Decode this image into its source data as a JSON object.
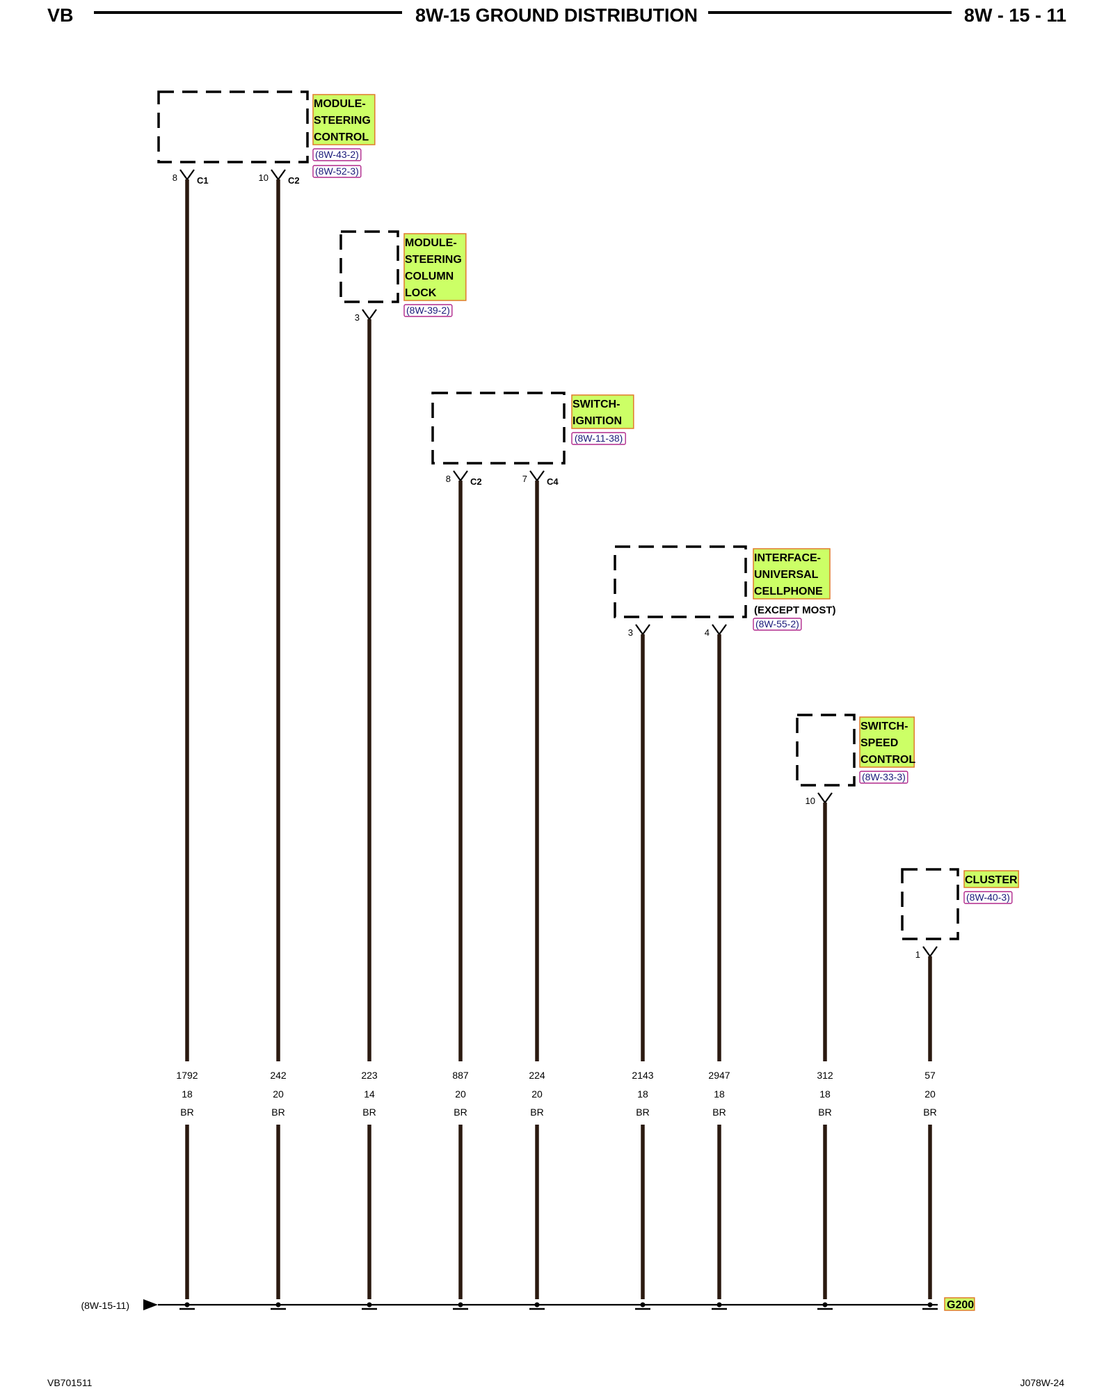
{
  "header": {
    "left": "VB",
    "title": "8W-15 GROUND DISTRIBUTION",
    "right": "8W - 15 - 11"
  },
  "footer": {
    "left": "VB701511",
    "right": "J078W-24"
  },
  "ground_bus": {
    "label": "G200",
    "reference": "(8W-15-11)"
  },
  "colors": {
    "wire": "#2b1a10",
    "label_fill": "#ccff66",
    "label_border": "#e07a2a",
    "ref_border": "#b0288c"
  },
  "components": [
    {
      "lines": [
        "MODULE-",
        "STEERING",
        "CONTROL"
      ],
      "refs": [
        "8W-43-2",
        "8W-52-3"
      ]
    },
    {
      "lines": [
        "MODULE-",
        "STEERING",
        "COLUMN",
        "LOCK"
      ],
      "refs": [
        "8W-39-2"
      ]
    },
    {
      "lines": [
        "SWITCH-",
        "IGNITION"
      ],
      "refs": [
        "8W-11-38"
      ]
    },
    {
      "lines": [
        "INTERFACE-",
        "UNIVERSAL",
        "CELLPHONE"
      ],
      "note": "(EXCEPT MOST)",
      "refs": [
        "8W-55-2"
      ]
    },
    {
      "lines": [
        "SWITCH-",
        "SPEED",
        "CONTROL"
      ],
      "refs": [
        "8W-33-3"
      ]
    },
    {
      "lines": [
        "CLUSTER"
      ],
      "refs": [
        "8W-40-3"
      ]
    }
  ],
  "wires": [
    {
      "pin": "8",
      "connector": "C1",
      "circuit": "1792",
      "gauge": "18",
      "color": "BR"
    },
    {
      "pin": "10",
      "connector": "C2",
      "circuit": "242",
      "gauge": "20",
      "color": "BR"
    },
    {
      "pin": "3",
      "connector": "",
      "circuit": "223",
      "gauge": "14",
      "color": "BR"
    },
    {
      "pin": "8",
      "connector": "C2",
      "circuit": "887",
      "gauge": "20",
      "color": "BR"
    },
    {
      "pin": "7",
      "connector": "C4",
      "circuit": "224",
      "gauge": "20",
      "color": "BR"
    },
    {
      "pin": "3",
      "connector": "",
      "circuit": "2143",
      "gauge": "18",
      "color": "BR"
    },
    {
      "pin": "4",
      "connector": "",
      "circuit": "2947",
      "gauge": "18",
      "color": "BR"
    },
    {
      "pin": "10",
      "connector": "",
      "circuit": "312",
      "gauge": "18",
      "color": "BR"
    },
    {
      "pin": "1",
      "connector": "",
      "circuit": "57",
      "gauge": "20",
      "color": "BR"
    }
  ]
}
